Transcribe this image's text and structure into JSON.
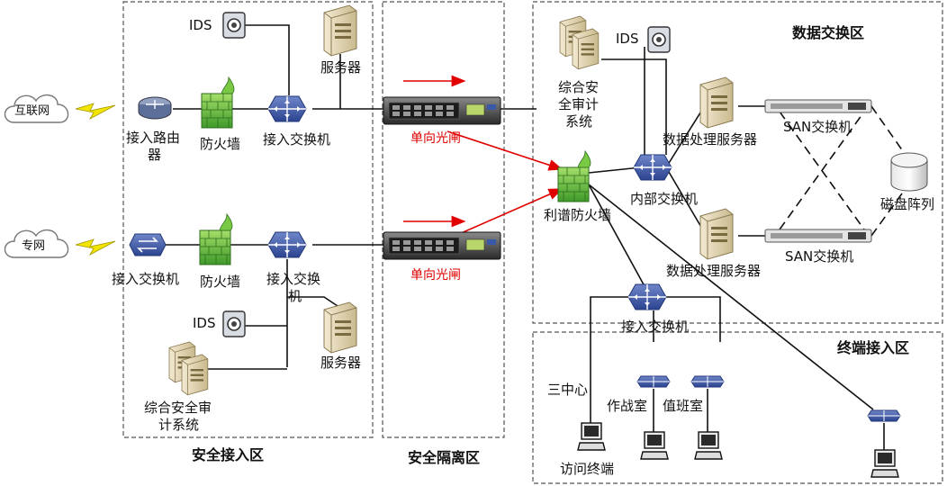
{
  "zones": {
    "secure_access": "安全接入区",
    "secure_isolation": "安全隔离区",
    "data_exchange": "数据交换区",
    "terminal_access": "终端接入区"
  },
  "clouds": {
    "internet": "互联网",
    "private_net": "专网"
  },
  "top_branch": {
    "ids": "IDS",
    "server": "服务器",
    "router": [
      "接入路由",
      "器"
    ],
    "firewall": "防火墙",
    "switch": "接入交换机"
  },
  "bottom_branch": {
    "switch_left": "接入交换机",
    "firewall": "防火墙",
    "switch_right": [
      "接入交换",
      "机"
    ],
    "ids": "IDS",
    "server": "服务器",
    "audit": [
      "综合安全审",
      "计系统"
    ]
  },
  "isolation": {
    "gate_top": "单向光闸",
    "gate_bottom": "单向光闸"
  },
  "data_zone": {
    "audit": [
      "综合安",
      "全审计",
      "系统"
    ],
    "ids": "IDS",
    "dp_server_top": "数据处理服务器",
    "dp_server_bottom": "数据处理服务器",
    "san_top": "SAN交换机",
    "san_bottom": "SAN交换机",
    "disk_array": "磁盘阵列",
    "internal_switch": "内部交换机",
    "firewall": "利谱防火墙"
  },
  "terminal_zone": {
    "access_switch": "接入交换机",
    "center": "三中心",
    "war_room": "作战室",
    "duty_room": "值班室",
    "visit_terminal": "访问终端"
  },
  "colors": {
    "accent_red": "#e00000",
    "switch_blue": "#3a58a8",
    "firewall_green": "#6fbf3a"
  }
}
